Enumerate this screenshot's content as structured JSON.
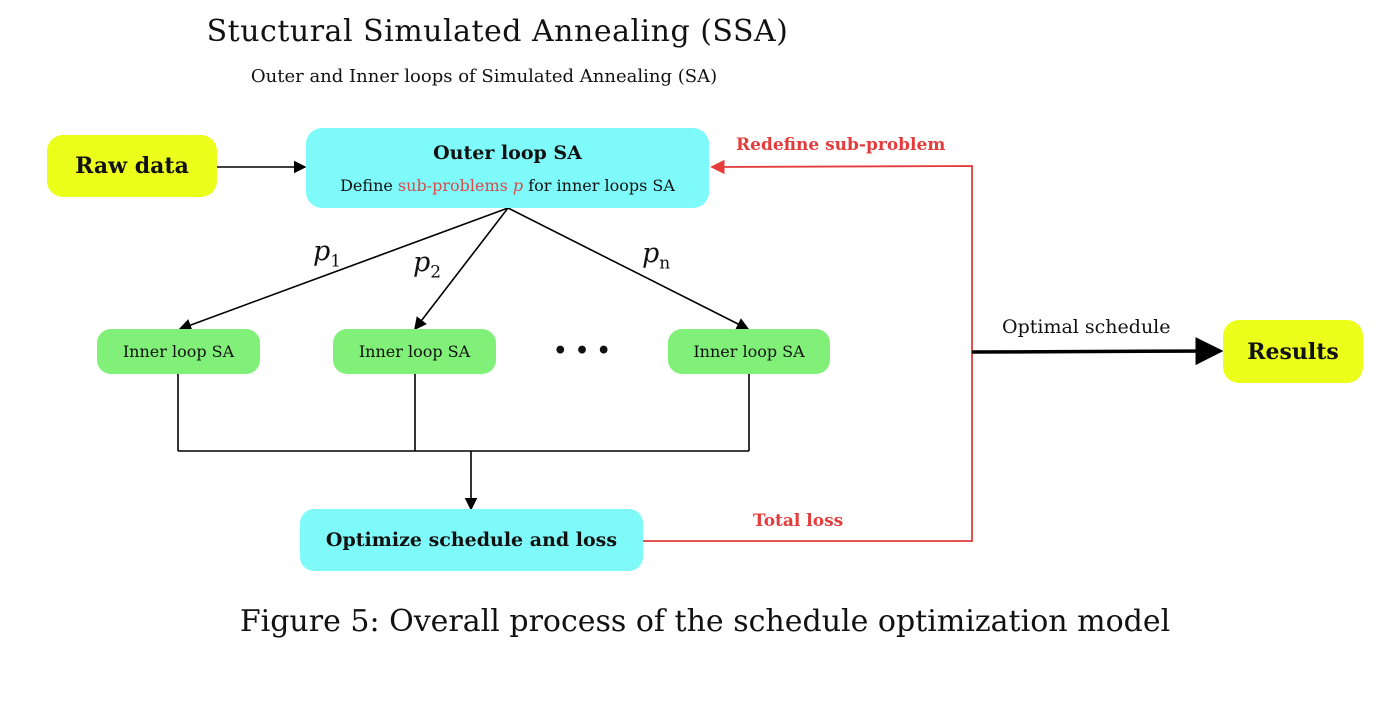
{
  "title": "Stuctural Simulated Annealing (SSA)",
  "subtitle": "Outer and Inner loops of Simulated Annealing (SA)",
  "nodes": {
    "raw_data": "Raw data",
    "outer_loop": {
      "title": "Outer loop SA",
      "desc_prefix": "Define ",
      "desc_highlight": "sub-problems ",
      "desc_var": "p",
      "desc_suffix": " for inner loops SA"
    },
    "inner_loops": [
      "Inner loop SA",
      "Inner loop SA",
      "Inner loop SA"
    ],
    "ellipsis": "• • •",
    "optimize": "Optimize schedule and loss",
    "results": "Results"
  },
  "edge_labels": {
    "p1_base": "p",
    "p1_sub": "1",
    "p2_base": "p",
    "p2_sub": "2",
    "pn_base": "p",
    "pn_sub": "n",
    "redefine": "Redefine sub-problem",
    "total_loss": "Total loss",
    "optimal_schedule": "Optimal schedule"
  },
  "caption": "Figure 5: Overall process of the schedule optimization model",
  "colors": {
    "yellow_box": "#ecff1a",
    "cyan_box": "#7ffafa",
    "green_box": "#80f078",
    "feedback_red": "#e43c3c"
  }
}
